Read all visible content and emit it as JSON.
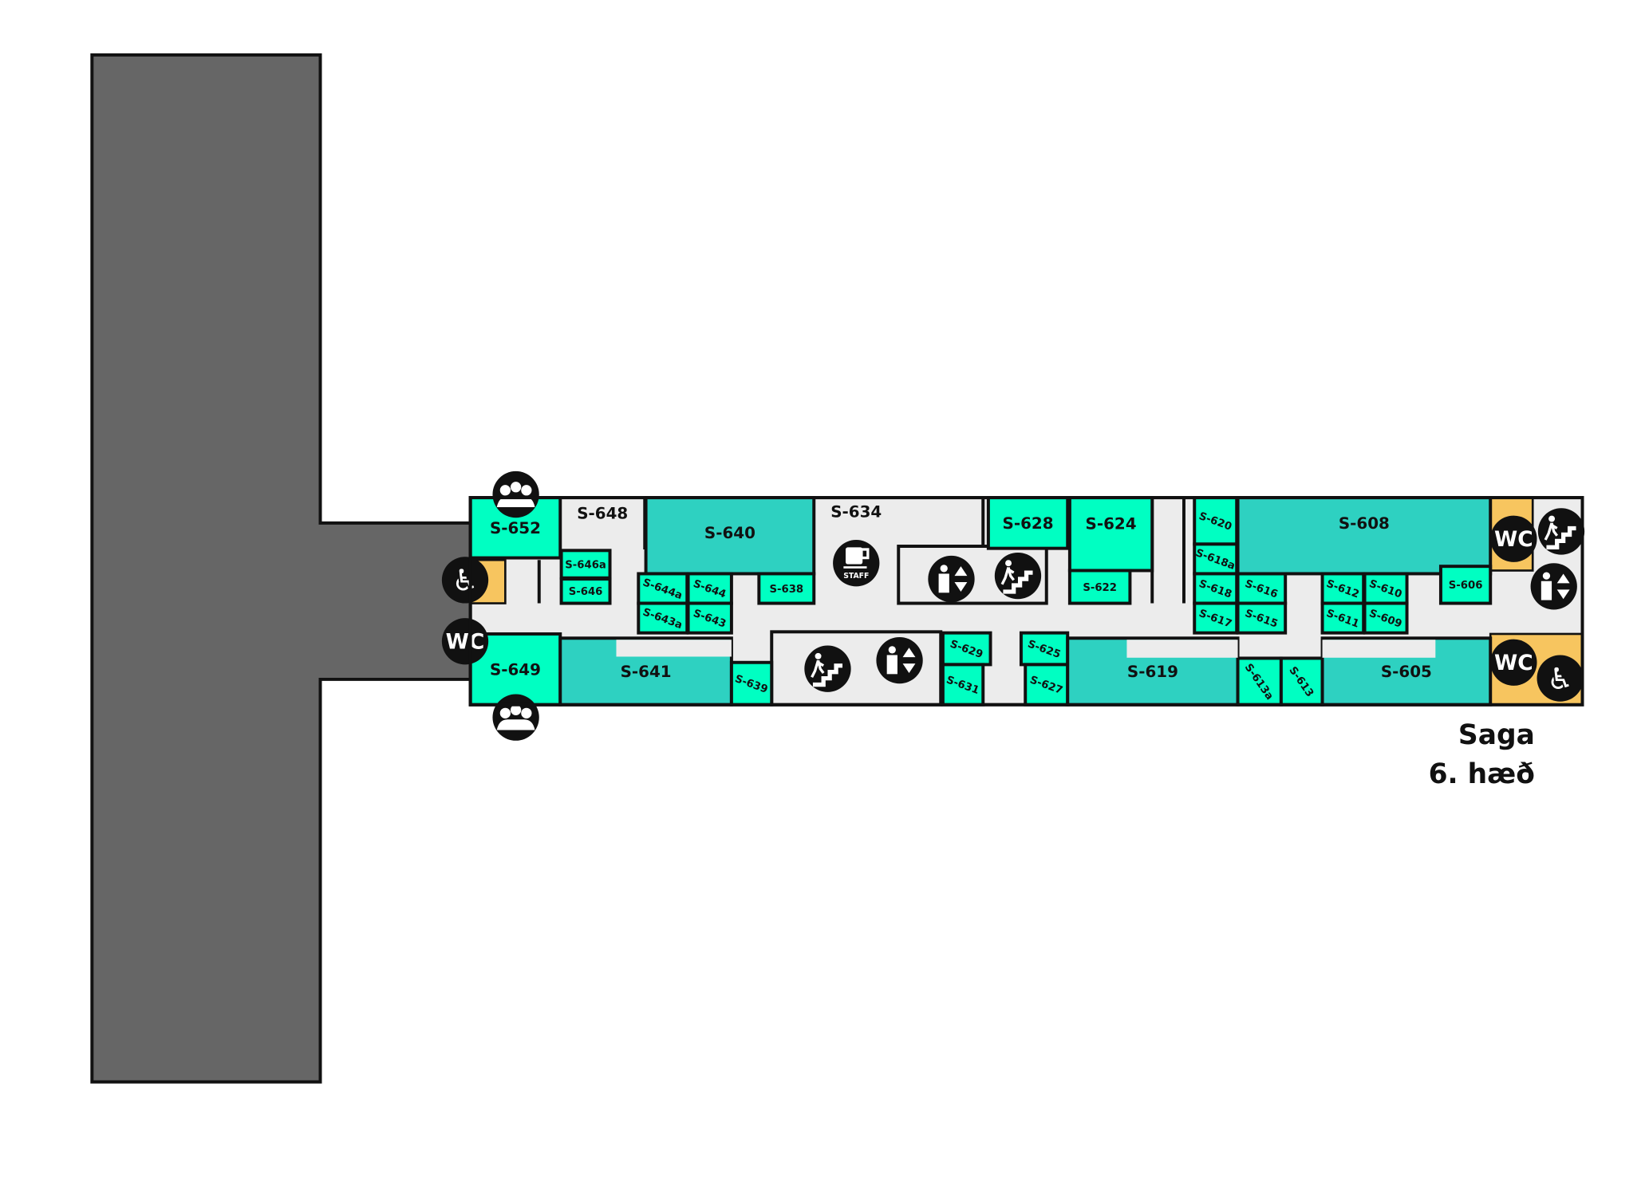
{
  "building": "Saga",
  "floor": "6. hæð",
  "colors": {
    "office": "#00FFC2",
    "large_room": "#2ED1C1",
    "restroom": "#F7C55F",
    "corridor": "#ECECEC",
    "adjacent_building": "#666666",
    "outline": "#111111"
  },
  "rooms": [
    "S-652",
    "S-649",
    "S-648",
    "S-640",
    "S-646a",
    "S-646",
    "S-644a",
    "S-644",
    "S-643a",
    "S-643",
    "S-638",
    "S-634",
    "S-628",
    "S-624",
    "S-622",
    "S-620",
    "S-618a",
    "S-618",
    "S-616",
    "S-617",
    "S-615",
    "S-608",
    "S-612",
    "S-610",
    "S-611",
    "S-609",
    "S-606",
    "S-641",
    "S-639",
    "S-629",
    "S-631",
    "S-625",
    "S-627",
    "S-619",
    "S-613a",
    "S-613",
    "S-605"
  ],
  "icons": {
    "wc": "WC",
    "staff": "STAFF",
    "list": [
      "meeting-room-icon",
      "accessible-wc-icon",
      "wc-icon",
      "staff-kitchen-icon",
      "elevator-icon",
      "stairs-icon"
    ]
  }
}
